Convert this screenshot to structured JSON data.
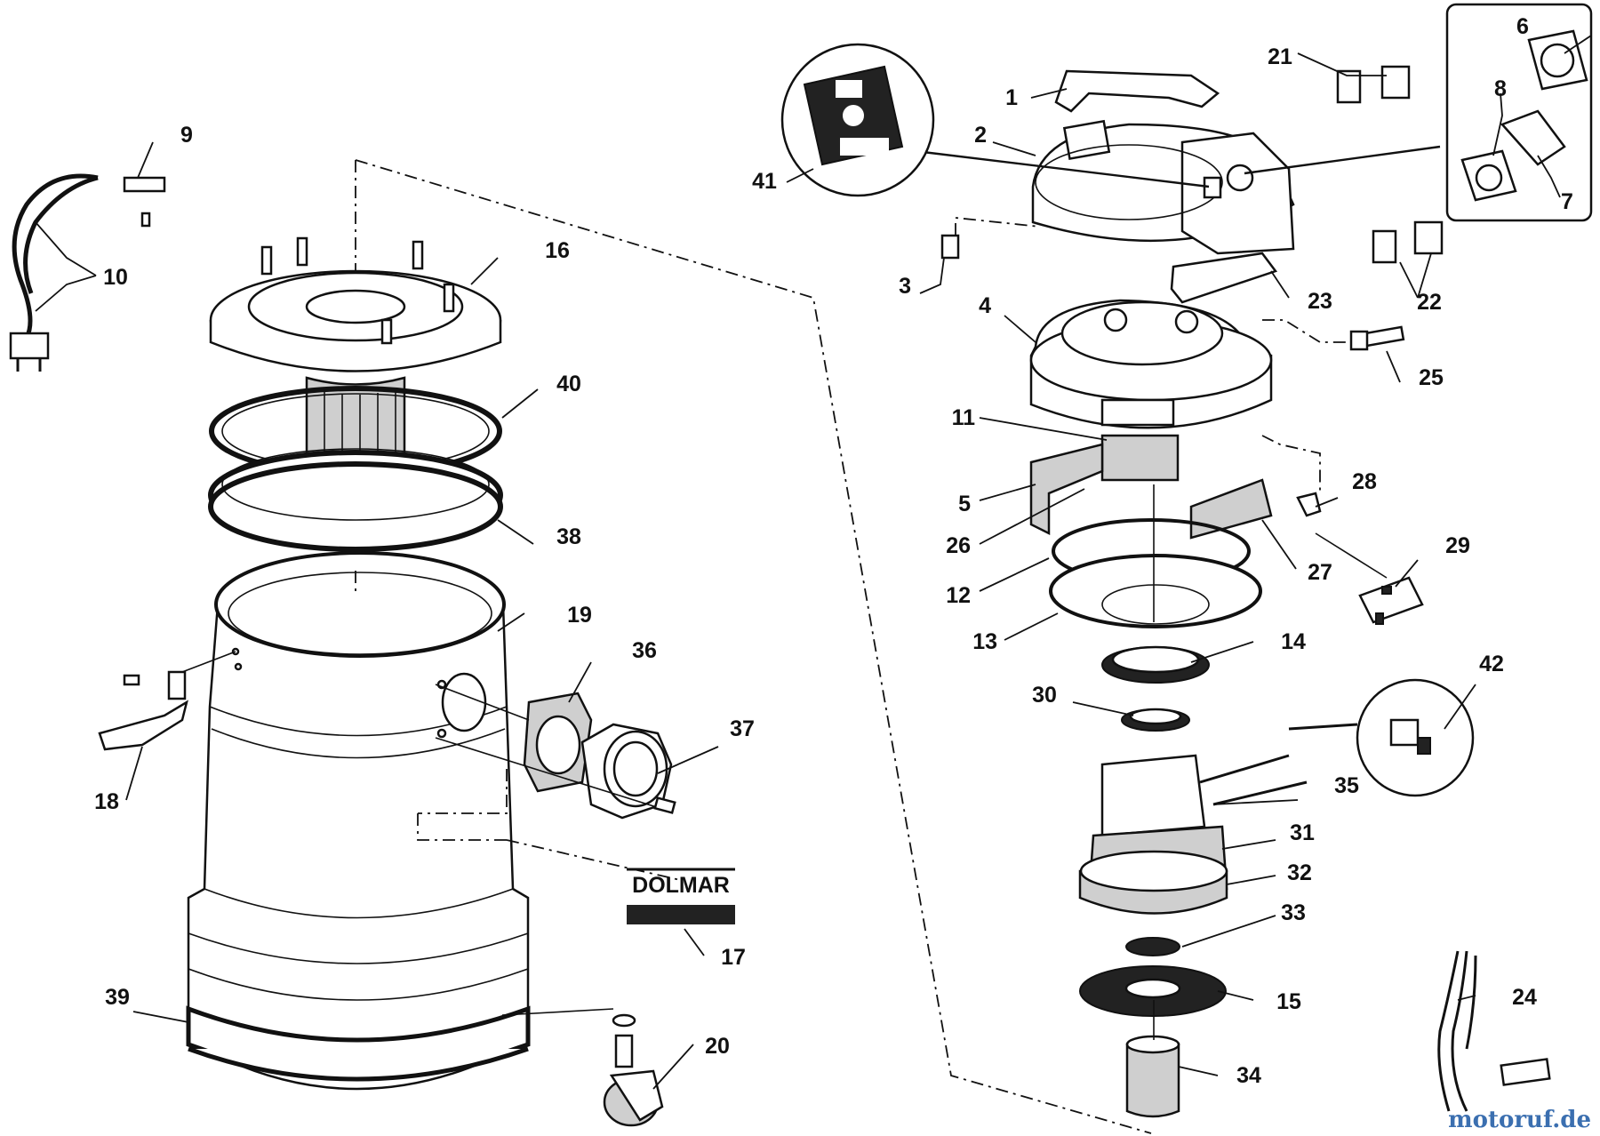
{
  "brand_label": "DOLMAR",
  "watermark": "motoruf.de",
  "part_numbers": [
    "1",
    "2",
    "3",
    "4",
    "5",
    "6",
    "7",
    "8",
    "9",
    "10",
    "11",
    "12",
    "13",
    "14",
    "15",
    "16",
    "17",
    "18",
    "19",
    "20",
    "21",
    "22",
    "23",
    "24",
    "25",
    "26",
    "27",
    "28",
    "29",
    "30",
    "31",
    "32",
    "33",
    "34",
    "35",
    "36",
    "37",
    "38",
    "39",
    "40",
    "41",
    "42"
  ],
  "callouts": {
    "c1": "1",
    "c2": "2",
    "c3": "3",
    "c4": "4",
    "c5": "5",
    "c6": "6",
    "c7": "7",
    "c8": "8",
    "c9": "9",
    "c10": "10",
    "c11": "11",
    "c12": "12",
    "c13": "13",
    "c14": "14",
    "c15": "15",
    "c16": "16",
    "c17": "17",
    "c18": "18",
    "c19": "19",
    "c20": "20",
    "c21": "21",
    "c22": "22",
    "c23": "23",
    "c24": "24",
    "c25": "25",
    "c26": "26",
    "c27": "27",
    "c28": "28",
    "c29": "29",
    "c30": "30",
    "c31": "31",
    "c32": "32",
    "c33": "33",
    "c34": "34",
    "c35": "35",
    "c36": "36",
    "c37": "37",
    "c38": "38",
    "c39": "39",
    "c40": "40",
    "c41": "41",
    "c42": "42"
  },
  "icons": [
    "plug-cable-icon",
    "caster-wheel-icon",
    "carbon-brush-icon",
    "switch-icon",
    "circuit-board-icon"
  ]
}
